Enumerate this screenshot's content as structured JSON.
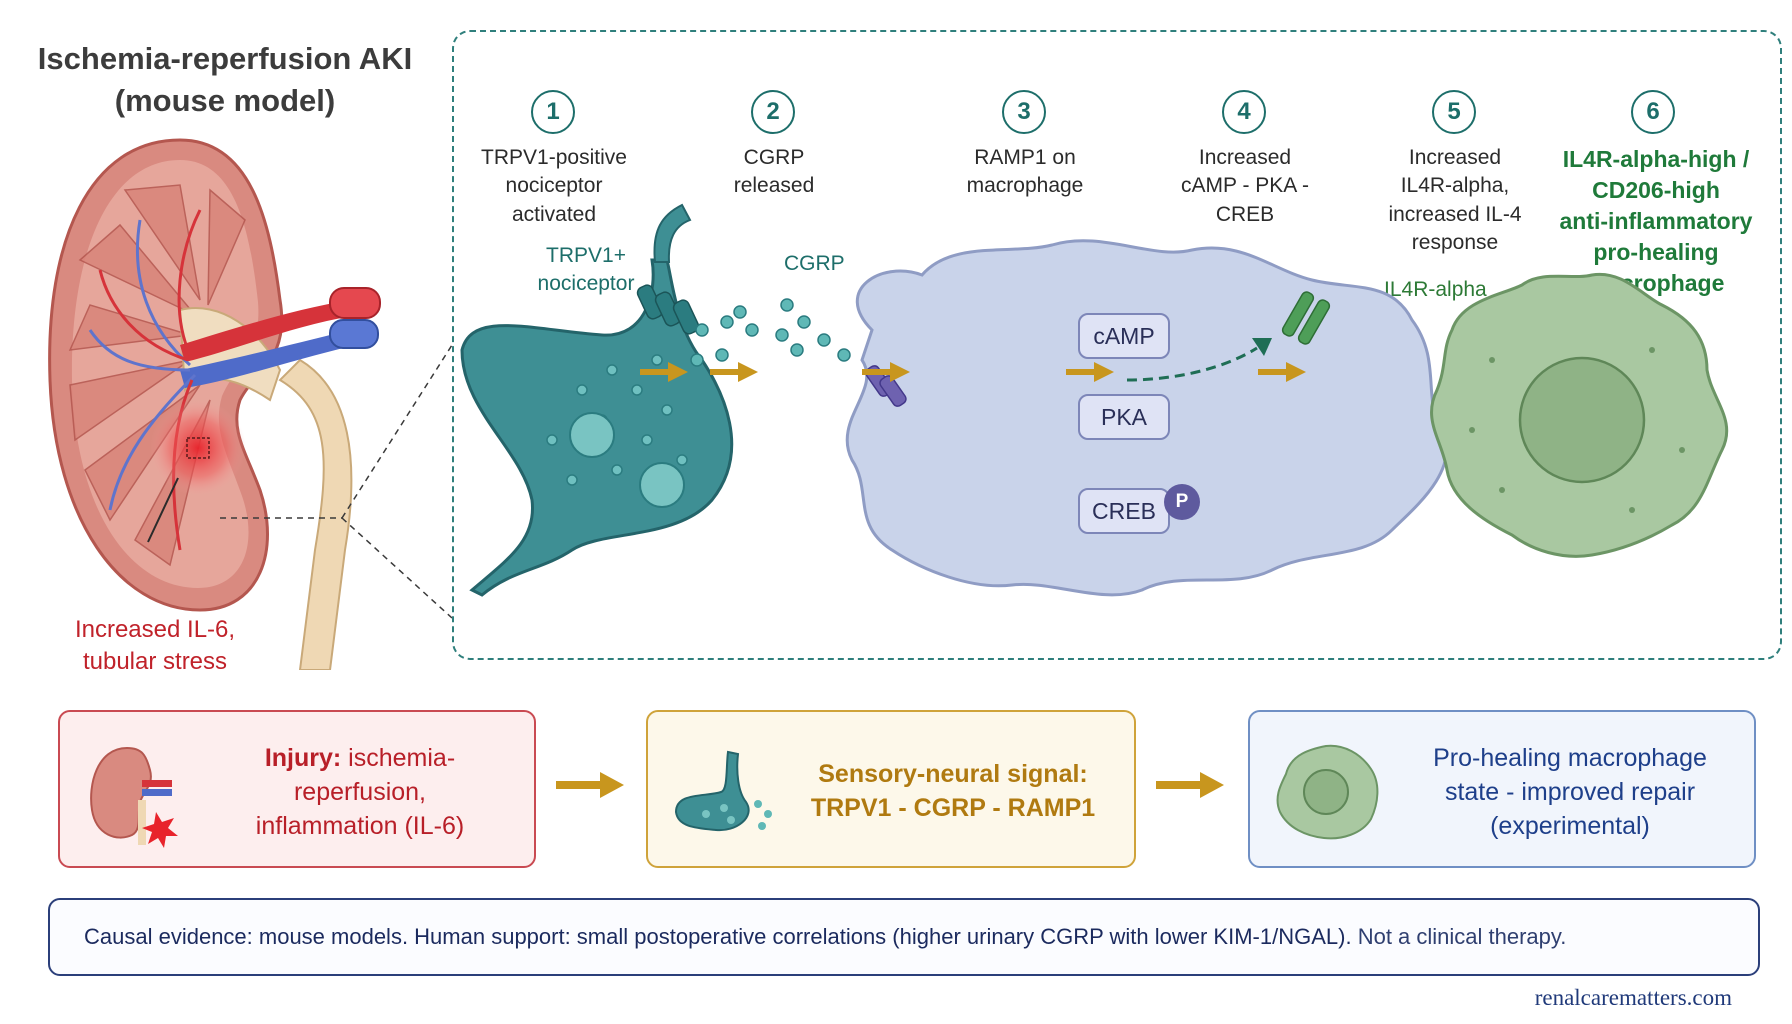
{
  "title": "Ischemia-reperfusion AKI\n(mouse model)",
  "kidney_label": "Increased IL-6,\ntubular stress",
  "steps": [
    {
      "num": "1",
      "text": "TRPV1-positive\nnociceptor\nactivated"
    },
    {
      "num": "2",
      "text": "CGRP\nreleased"
    },
    {
      "num": "3",
      "text": "RAMP1 on\nmacrophage"
    },
    {
      "num": "4",
      "text": "Increased\ncAMP - PKA -\nCREB"
    },
    {
      "num": "5",
      "text": "Increased\nIL4R-alpha,\nincreased IL-4\nresponse"
    },
    {
      "num": "6",
      "text": "IL4R-alpha-high /\nCD206-high\nanti-inflammatory\npro-healing\nmacrophage"
    }
  ],
  "labels": {
    "nociceptor": "TRPV1+\nnociceptor",
    "cgrp": "CGRP",
    "il4r": "IL4R-alpha"
  },
  "pathway": {
    "camp": "cAMP",
    "pka": "PKA",
    "creb": "CREB",
    "phospho": "P"
  },
  "summary": {
    "injury_bold": "Injury:",
    "injury_rest": " ischemia-\nreperfusion,\ninflammation (IL-6)",
    "signal": "Sensory-neural signal:\nTRPV1 - CGRP - RAMP1",
    "healing": "Pro-healing macrophage\nstate - improved repair\n(experimental)"
  },
  "evidence": {
    "main": "Causal evidence: mouse models.  Human support:  small postoperative correlations (higher urinary CGRP with lower KIM-1/NGAL).",
    "tail": " Not a clinical therapy."
  },
  "website": "renalcarematters.com",
  "colors": {
    "teal": "#1d6e6a",
    "injury_red": "#c0222a",
    "arrow_gold": "#c8961e",
    "healing_green": "#1f7a3a",
    "navy": "#2b3f7a"
  }
}
